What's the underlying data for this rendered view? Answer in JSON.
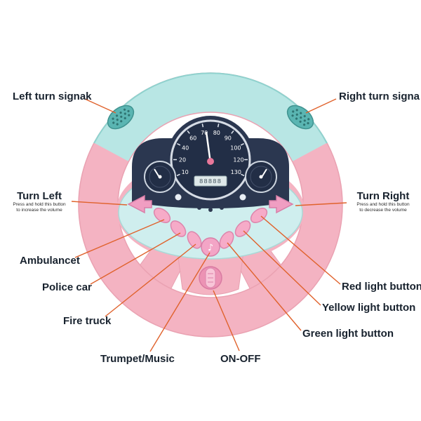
{
  "labels": {
    "left_turn": {
      "text": "Left turn signak"
    },
    "right_turn": {
      "text": "Right turn signa"
    },
    "turn_left": {
      "text": "Turn Left",
      "sub1": "Press and hold this button",
      "sub2": "to increase the volume"
    },
    "turn_right": {
      "text": "Turn Right",
      "sub1": "Press and hold this button",
      "sub2": "to decrease the volume"
    },
    "ambulance": {
      "text": "Ambulancet"
    },
    "police": {
      "text": "Police car"
    },
    "fire": {
      "text": "Fire truck"
    },
    "trumpet": {
      "text": "Trumpet/Music"
    },
    "onoff": {
      "text": "ON-OFF"
    },
    "red": {
      "text": "Red light button"
    },
    "yellow": {
      "text": "Yellow light button"
    },
    "green": {
      "text": "Green light button"
    }
  },
  "gauge": {
    "ticks": [
      "10",
      "20",
      "40",
      "60",
      "70",
      "80",
      "90",
      "100",
      "120",
      "130"
    ],
    "lcd": "88888"
  },
  "icons": {
    "music_note": "♪"
  },
  "colors": {
    "ring_pink": "#f4b3c2",
    "grip_teal": "#b8e6e4",
    "panel_navy": "#2b3750",
    "hub_blue": "#cfeeee",
    "button_pink": "#f6abc8",
    "leader_orange": "#e0622c"
  }
}
